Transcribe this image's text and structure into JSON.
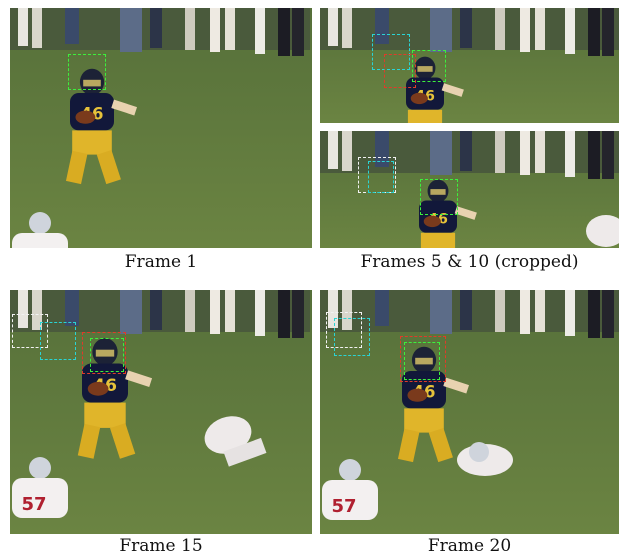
{
  "captions": {
    "frame1": "Frame 1",
    "frames_5_10": "Frames 5 & 10 (cropped)",
    "frame15": "Frame 15",
    "frame20": "Frame 20"
  },
  "jersey_numbers": {
    "player_46": "46",
    "opponent_57": "57"
  },
  "colors": {
    "box_green": "#3cf03c",
    "box_cyan": "#2ad4d4",
    "box_red": "#e03a2a",
    "box_white": "#f2f2f2"
  }
}
